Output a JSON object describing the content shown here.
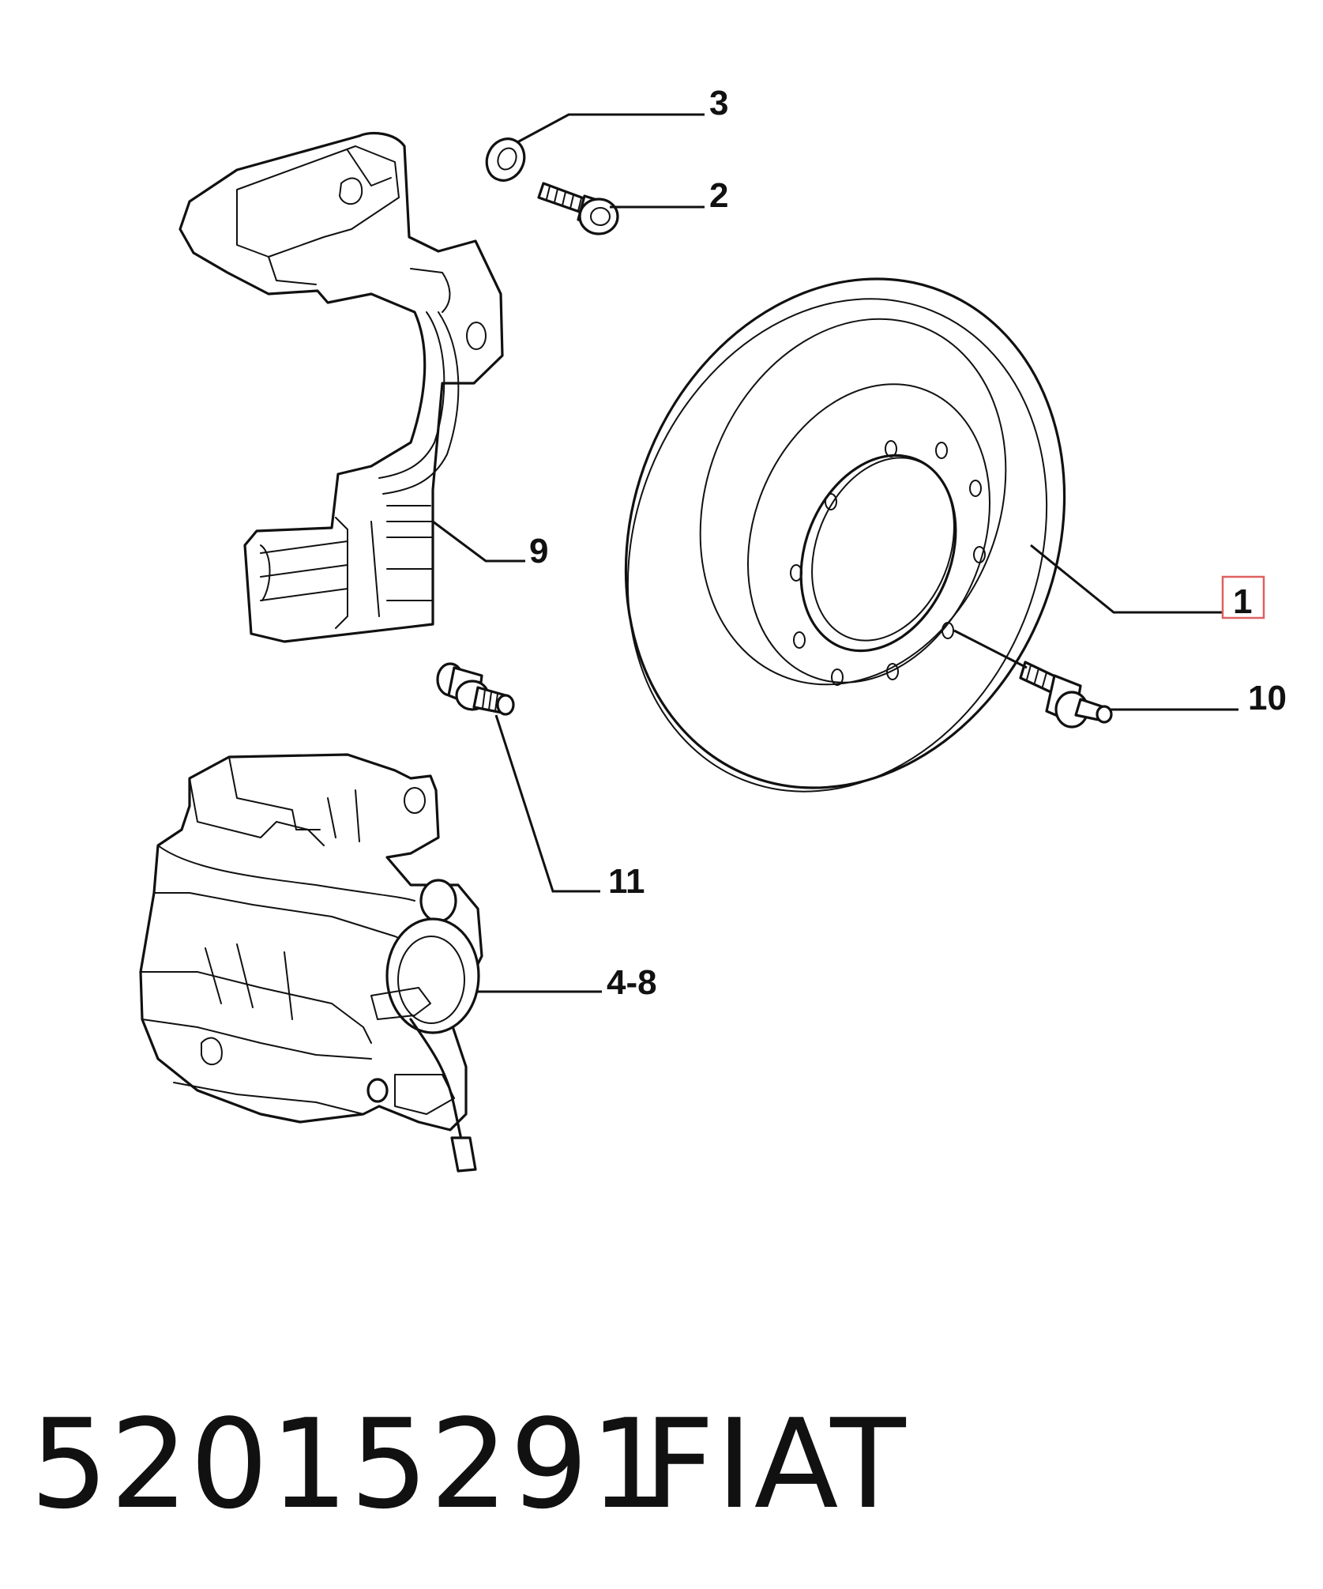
{
  "diagram": {
    "callouts": {
      "c1": "1",
      "c2": "2",
      "c3": "3",
      "c4": "4-8",
      "c9": "9",
      "c10": "10",
      "c11": "11"
    },
    "highlight_color": "#e06060"
  },
  "footer": {
    "part_number": "52015291",
    "brand": "FIAT"
  }
}
